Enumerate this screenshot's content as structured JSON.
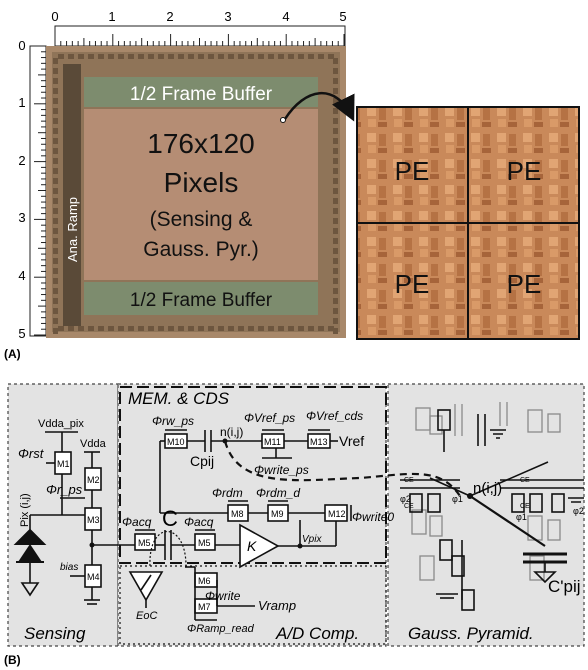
{
  "panel_a": {
    "panel_label": "(A)",
    "ruler_top": [
      "0",
      "1",
      "2",
      "3",
      "4",
      "5"
    ],
    "ruler_left": [
      "0",
      "1",
      "2",
      "3",
      "4",
      "5"
    ],
    "frame_buffer_top": "1/2 Frame Buffer",
    "frame_buffer_bottom": "1/2 Frame Buffer",
    "ramp_label": "Ana. Ramp",
    "pixels_line1": "176x120",
    "pixels_line2": "Pixels",
    "pixels_line3": "(Sensing &",
    "pixels_line4": "Gauss. Pyr.)",
    "pe_label": "PE"
  },
  "panel_b": {
    "panel_label": "(B)",
    "section_sensing": "Sensing",
    "section_mem": "MEM. & CDS",
    "section_ad": "A/D Comp.",
    "section_gauss": "Gauss. Pyramid.",
    "labels": {
      "vdda_pix": "Vdda_pix",
      "vdda": "Vdda",
      "phi_rst": "Φrst",
      "phi_r_ps": "Φr_ps",
      "pix_ij": "Pix (i,j)",
      "bias": "bias",
      "m1": "M1",
      "m2": "M2",
      "m3": "M3",
      "m4": "M4",
      "m5": "M5",
      "m6": "M6",
      "m7": "M7",
      "m8": "M8",
      "m9": "M9",
      "m10": "M10",
      "m11": "M11",
      "m12": "M12",
      "m13": "M13",
      "phi_acq": "Φacq",
      "c_cap": "C",
      "eoc": "EoC",
      "phi_rw_ps": "Φrw_ps",
      "phi_vref_ps": "ΦVref_ps",
      "phi_vref_cds": "ΦVref_cds",
      "n_ij": "n(i,j)",
      "c_pij": "Cpij",
      "vref": "Vref",
      "phi_write_ps": "Φwrite_ps",
      "phi_rdm": "Φrdm",
      "phi_rdm_d": "Φrdm_d",
      "phi_write0": "Φwrite0",
      "k": "K",
      "vpix": "Vpix",
      "phi_write": "Φwrite",
      "vramp": "Vramp",
      "phi_ramp_read": "ΦRamp_read",
      "c_prime_pij": "C'pij",
      "ce": "CE",
      "phi1": "φ1",
      "phi2": "φ2"
    }
  }
}
